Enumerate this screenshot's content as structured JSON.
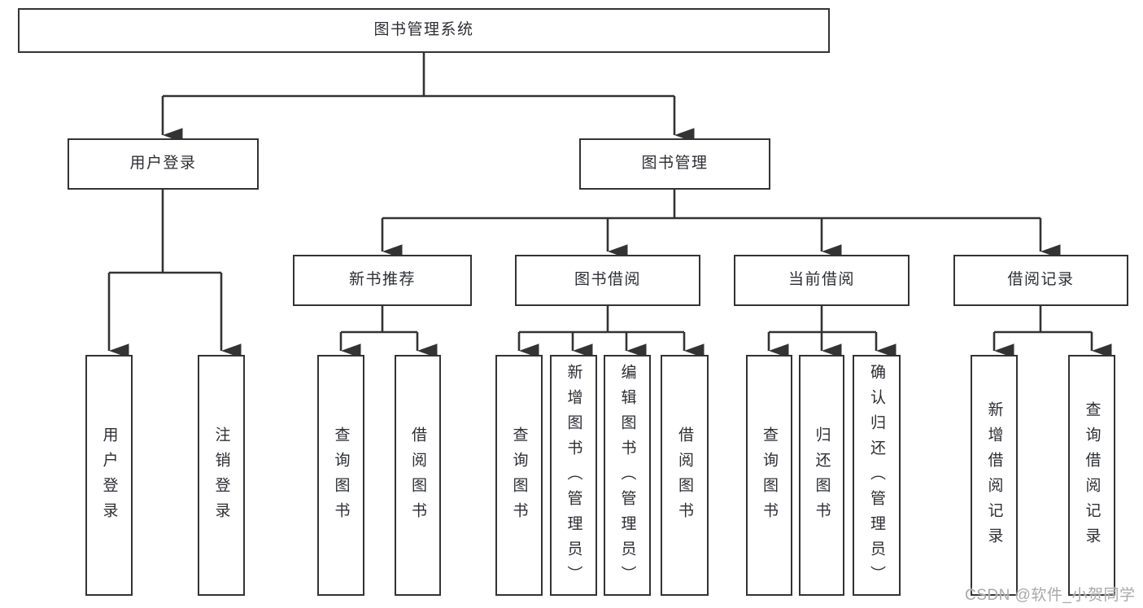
{
  "watermark": "CSDN @软件_小贺同学",
  "colors": {
    "line": "#333333",
    "box_border": "#333333",
    "box_background": "#ffffff",
    "text": "#2c2e33",
    "watermark_text": "#a9a9a9",
    "page_background": "#ffffff"
  },
  "tree": {
    "root": {
      "label": "图书管理系统"
    },
    "children": [
      {
        "label": "用户登录",
        "children": [
          {
            "label": "用户登录"
          },
          {
            "label": "注销登录"
          }
        ]
      },
      {
        "label": "图书管理",
        "children": [
          {
            "label": "新书推荐",
            "children": [
              {
                "label": "查询图书"
              },
              {
                "label": "借阅图书"
              }
            ]
          },
          {
            "label": "图书借阅",
            "children": [
              {
                "label": "查询图书"
              },
              {
                "label": "新增图书（管理员）"
              },
              {
                "label": "编辑图书（管理员）"
              },
              {
                "label": "借阅图书"
              }
            ]
          },
          {
            "label": "当前借阅",
            "children": [
              {
                "label": "查询图书"
              },
              {
                "label": "归还图书"
              },
              {
                "label": "确认归还（管理员）"
              }
            ]
          },
          {
            "label": "借阅记录",
            "children": [
              {
                "label": "新增借阅记录"
              },
              {
                "label": "查询借阅记录"
              }
            ]
          }
        ]
      }
    ]
  }
}
